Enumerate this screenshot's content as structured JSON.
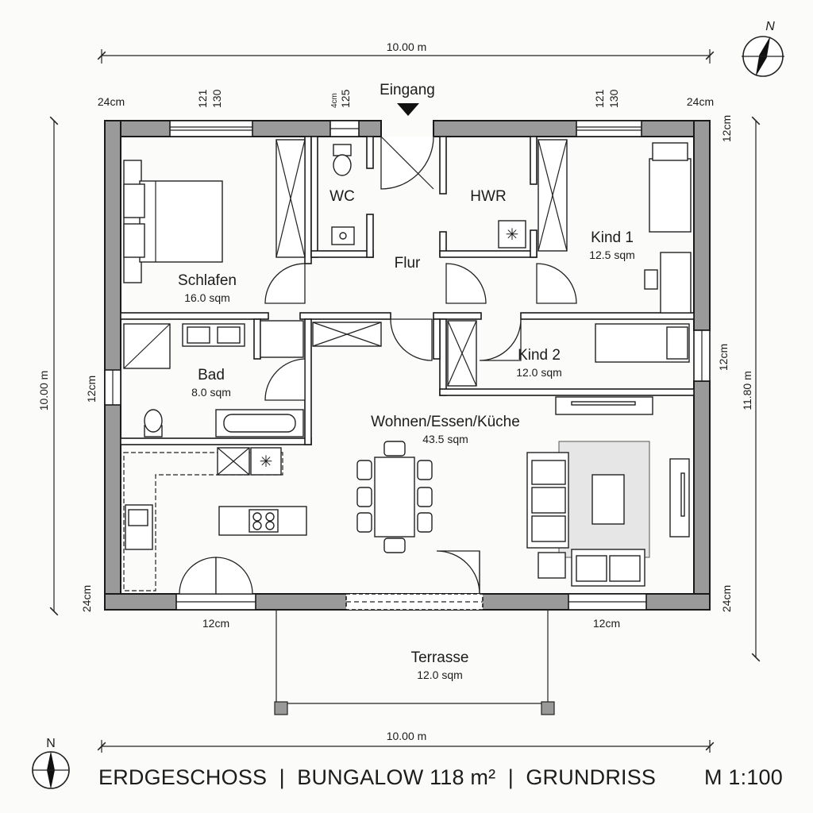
{
  "plan": {
    "entrance_label": "Eingang",
    "rooms": [
      {
        "key": "schlafen",
        "name": "Schlafen",
        "area": "16.0 sqm"
      },
      {
        "key": "wc",
        "name": "WC",
        "area": ""
      },
      {
        "key": "hwr",
        "name": "HWR",
        "area": ""
      },
      {
        "key": "kind1",
        "name": "Kind 1",
        "area": "12.5 sqm"
      },
      {
        "key": "flur",
        "name": "Flur",
        "area": ""
      },
      {
        "key": "kind2",
        "name": "Kind 2",
        "area": "12.0 sqm"
      },
      {
        "key": "bad",
        "name": "Bad",
        "area": "8.0 sqm"
      },
      {
        "key": "wohnen",
        "name": "Wohnen/Essen/Küche",
        "area": "43.5 sqm"
      },
      {
        "key": "terrasse",
        "name": "Terrasse",
        "area": "12.0 sqm"
      }
    ]
  },
  "dimensions": {
    "top_width": "10.00 m",
    "bottom_width": "10.00 m",
    "left_height": "10.00 m",
    "right_height": "11.80 m",
    "wall_tl": "24cm",
    "wall_tr": "24cm",
    "window_tl_a": "121",
    "window_tl_b": "130",
    "window_wc_a": "4cm",
    "window_wc_b": "125",
    "window_tr_a": "121",
    "window_tr_b": "130",
    "left_mid": "12cm",
    "left_bottom": "24cm",
    "right_top": "12cm",
    "right_mid": "12cm",
    "right_bottom": "24cm",
    "bottom_left": "12cm",
    "bottom_right": "12cm"
  },
  "compass": {
    "north_label": "N"
  },
  "footer": {
    "title": "ERDGESCHOSS  |  BUNGALOW 118 m²  |  GRUNDRISS",
    "scale": "M 1:100"
  },
  "colors": {
    "wall_fill": "#9a9a9a",
    "line": "#1a1a1a",
    "rug": "#e6e6e6",
    "background": "#fbfbf9"
  }
}
